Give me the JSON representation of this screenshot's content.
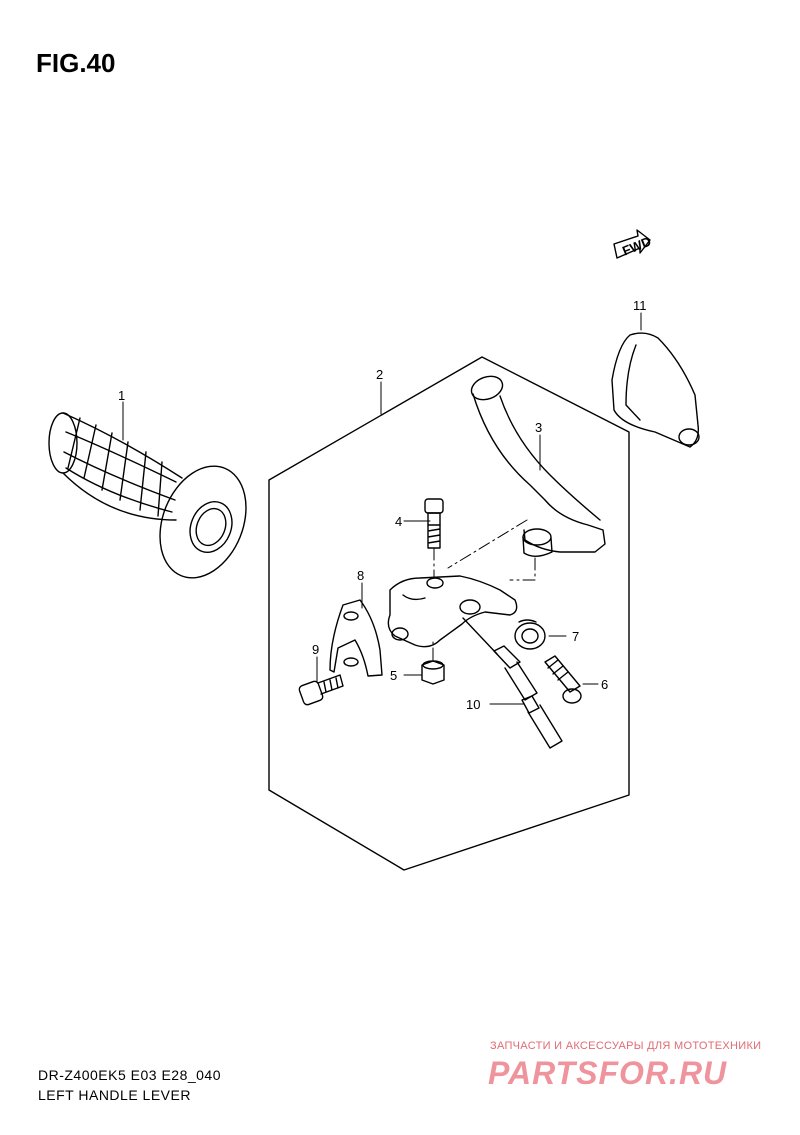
{
  "figure": {
    "title": "FIG.40",
    "model_code": "DR-Z400EK5 E03 E28_040",
    "section_name": "LEFT HANDLE LEVER",
    "fwd_label": "FWD"
  },
  "callouts": {
    "c1": "1",
    "c2": "2",
    "c3": "3",
    "c4": "4",
    "c5": "5",
    "c6": "6",
    "c7": "7",
    "c8": "8",
    "c9": "9",
    "c10": "10",
    "c11": "11"
  },
  "watermark": {
    "tagline": "ЗАПЧАСТИ И АКСЕССУАРЫ ДЛЯ МОТОТЕХНИКИ",
    "brand": "PARTSFOR.RU",
    "color": "#e23c4d"
  }
}
